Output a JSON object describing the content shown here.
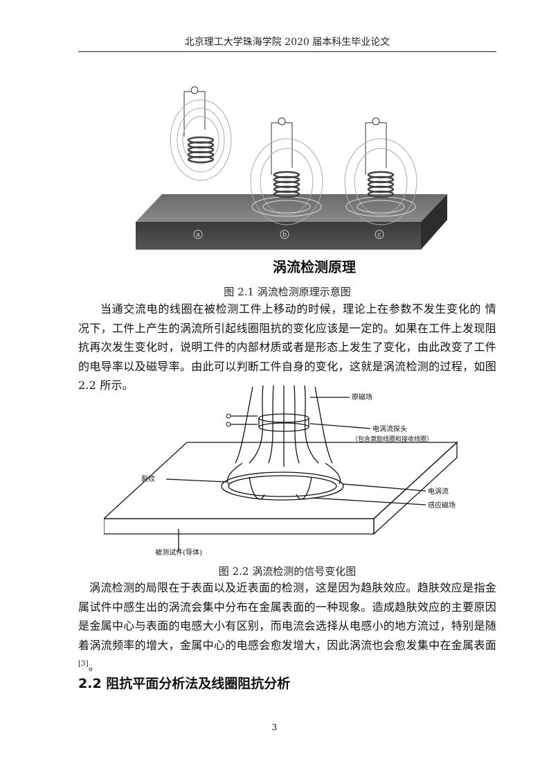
{
  "header": {
    "title": "北京理工大学珠海学院 2020 届本科生毕业论文"
  },
  "figure1": {
    "image_title": "涡流检测原理",
    "caption": "图 2.1  涡流检测原理示意图",
    "labels": [
      "a",
      "b",
      "c"
    ]
  },
  "paragraph1": {
    "text": "当通交流电的线圈在被检测工件上移动的时候，理论上在参数不发生变化的 情况下，工件上产生的涡流所引起线圈阻抗的变化应该是一定的。如果在工件上发现阻抗再次发生变化时，说明工件的内部材质或者是形态上发生了变化，由此改变了工件的电导率以及磁导率。由此可以判断工件自身的变化，这就是涡流检测的过程，如图 2.2 所示。"
  },
  "figure2": {
    "labels": {
      "primary_field": "原磁场",
      "probe": "电涡流探头",
      "probe_note": "（包含激励线圈和接收线圈）",
      "crack": "裂纹",
      "eddy_current": "电涡流",
      "induced_field": "感应磁场",
      "specimen": "被测试件(导体)"
    },
    "caption": "图 2.2    涡流检测的信号变化图"
  },
  "paragraph2": {
    "text": "涡流检测的局限在于表面以及近表面的检测，这是因为趋肤效应。趋肤效应是指金属试件中感生出的涡流会集中分布在金属表面的一种现象。造成趋肤效应的主要原因是金属中心与表面的电感大小有区别，而电流会选择从电感小的地方流过，特别是随着涡流频率的增大，金属中心的电感会愈发增大，因此涡流也会愈发集中在金属表面",
    "ref": "[3]",
    "end": "。"
  },
  "section": {
    "heading": "2.2 阻抗平面分析法及线圈阻抗分析"
  },
  "page": {
    "number": "3"
  }
}
